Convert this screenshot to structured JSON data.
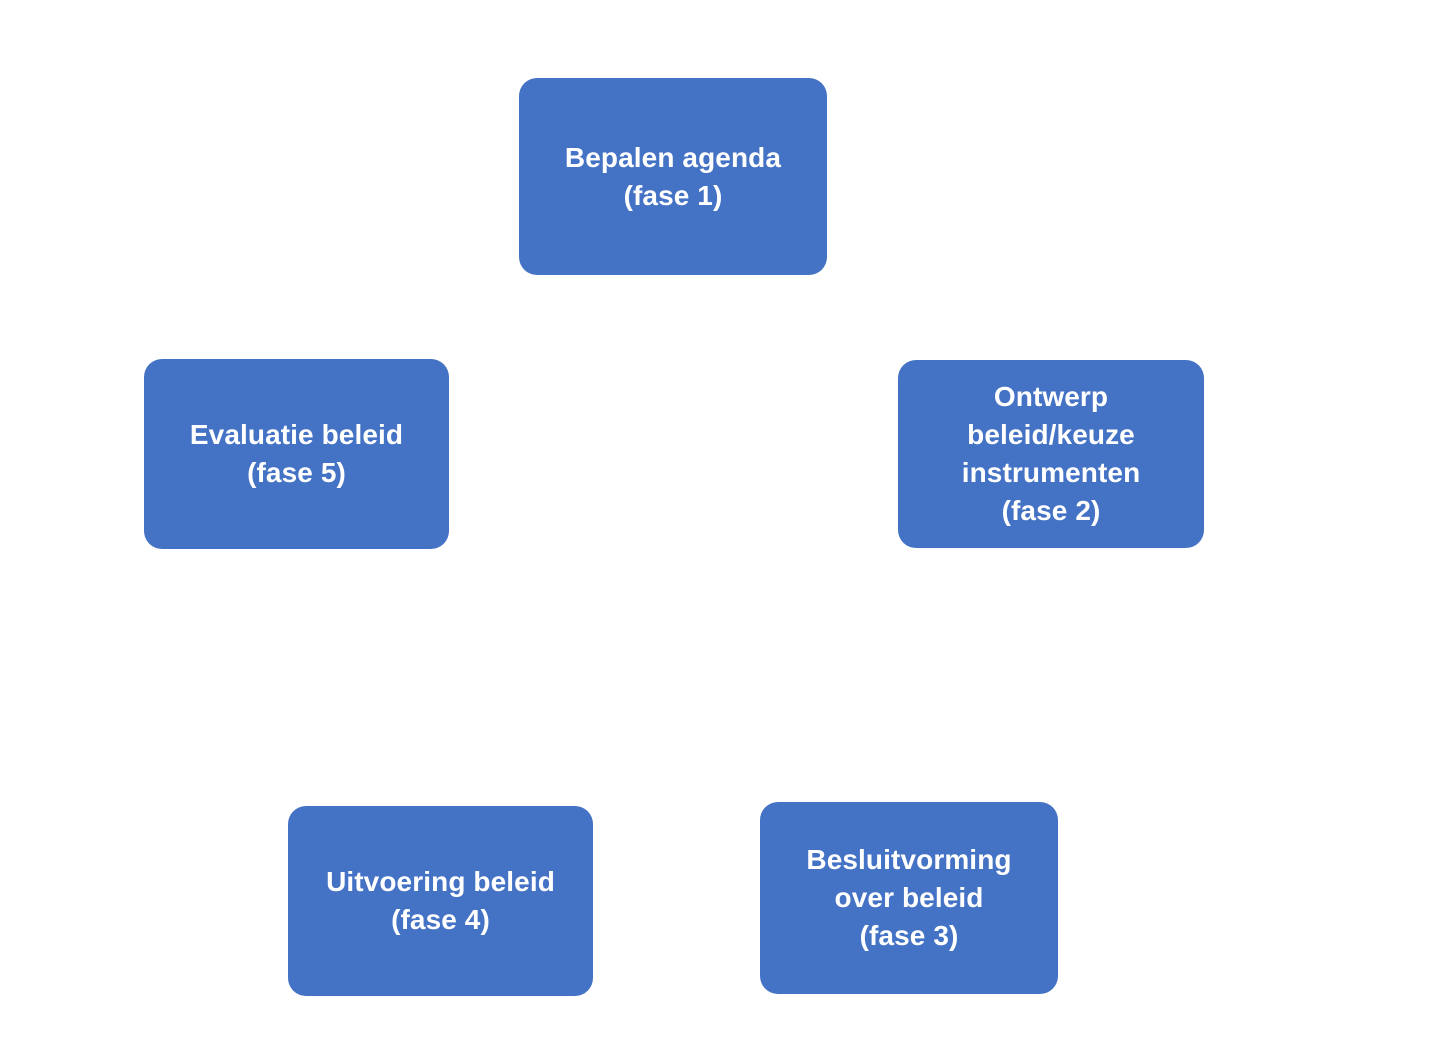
{
  "diagram": {
    "kind": "policy-cycle-diagram",
    "language": "nl",
    "background_color": "#FFFFFF",
    "box_fill_color": "#4472C4",
    "box_text_color": "#FFFFFF",
    "phases": [
      {
        "id": "fase-1",
        "number": "1",
        "title": "Bepalen agenda",
        "phase_label": "(fase 1)",
        "text": "Bepalen agenda\n(fase 1)",
        "position": "top-center"
      },
      {
        "id": "fase-2",
        "number": "2",
        "title": "Ontwerp beleid/keuze instrumenten",
        "phase_label": "(fase 2)",
        "text": "Ontwerp\nbeleid/keuze\ninstrumenten\n(fase 2)",
        "position": "right"
      },
      {
        "id": "fase-3",
        "number": "3",
        "title": "Besluitvorming over beleid",
        "phase_label": "(fase 3)",
        "text": "Besluitvorming\nover beleid\n(fase 3)",
        "position": "bottom-right"
      },
      {
        "id": "fase-4",
        "number": "4",
        "title": "Uitvoering beleid",
        "phase_label": "(fase 4)",
        "text": "Uitvoering beleid\n(fase 4)",
        "position": "bottom-left"
      },
      {
        "id": "fase-5",
        "number": "5",
        "title": "Evaluatie beleid",
        "phase_label": "(fase 5)",
        "text": "Evaluatie beleid\n(fase 5)",
        "position": "left"
      }
    ]
  }
}
